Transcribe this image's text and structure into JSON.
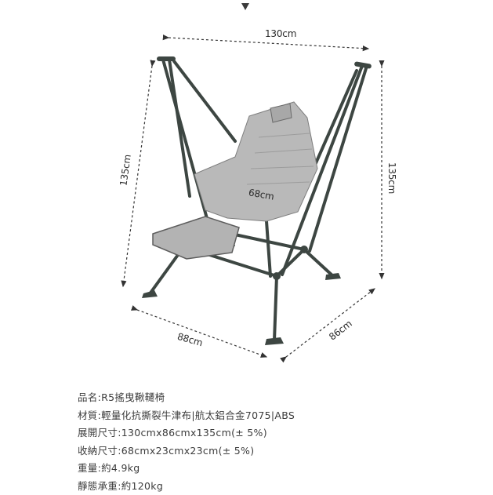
{
  "page": {
    "indicator_icon": "triangle-down-icon"
  },
  "diagram": {
    "subject": "R5 swing chair product illustration",
    "dimensions": {
      "width_top": "130cm",
      "height_left": "135cm",
      "height_right": "135cm",
      "seat_width": "68cm",
      "depth_front": "88cm",
      "depth_side": "86cm"
    },
    "colors": {
      "frame": "#3d4642",
      "fabric": "#b9b9b9",
      "fabric_shadow": "#9c9c9c",
      "dim_line": "#333333"
    }
  },
  "specs": {
    "separator": ":",
    "rows": [
      {
        "label": "品名",
        "value": "R5搖曳鞦韆椅"
      },
      {
        "label": "材質",
        "value": "輕量化抗撕裂牛津布|航太鋁合金7075|ABS"
      },
      {
        "label": "展開尺寸",
        "value": "130cmx86cmx135cm(± 5%)"
      },
      {
        "label": "收納尺寸",
        "value": "68cmx23cmx23cm(± 5%)"
      },
      {
        "label": "重量",
        "value": "約4.9kg"
      },
      {
        "label": "靜態承重",
        "value": "約120kg"
      }
    ]
  }
}
